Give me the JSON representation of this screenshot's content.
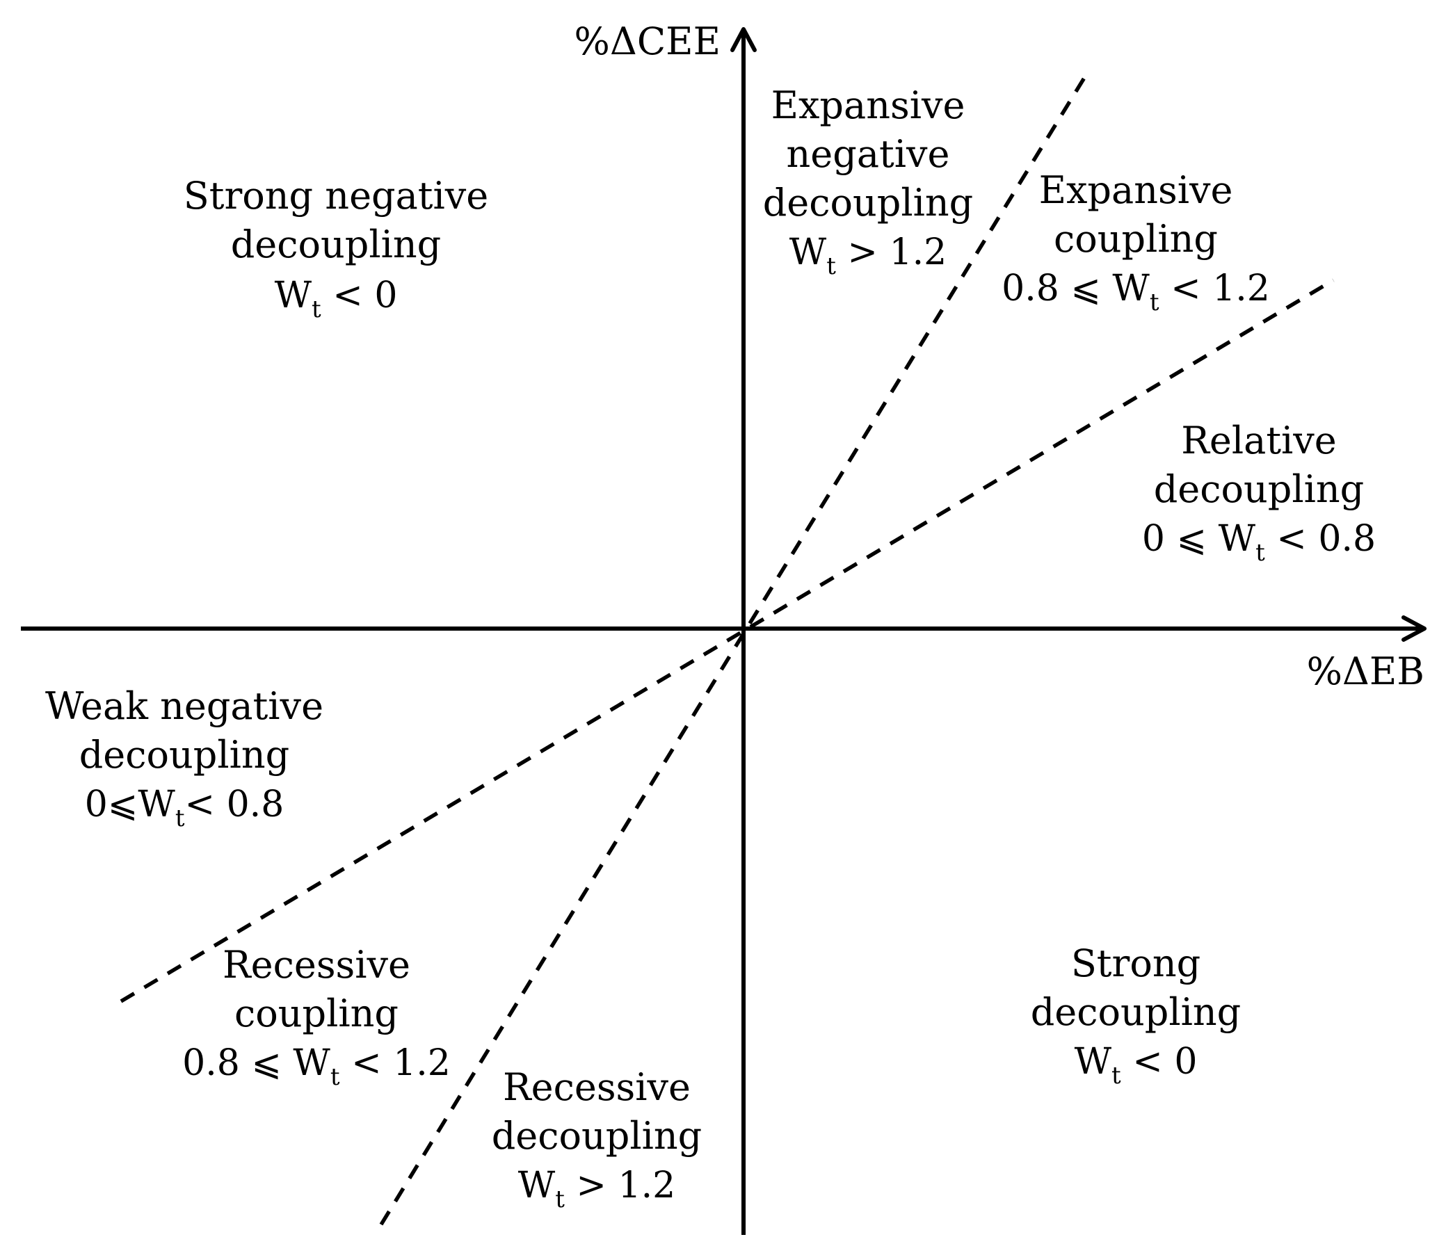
{
  "axes": {
    "y_label": "%ΔCEE",
    "x_label": "%ΔEB"
  },
  "regions": [
    {
      "id": "strong-negative-decoupling",
      "lines": [
        "Strong negative",
        "decoupling"
      ],
      "cond_pre": "W",
      "cond_sub": "t",
      "cond_post": " < 0"
    },
    {
      "id": "expansive-negative-decoupling",
      "lines": [
        "Expansive",
        "negative",
        "decoupling"
      ],
      "cond_pre": "W",
      "cond_sub": "t",
      "cond_post": " > 1.2"
    },
    {
      "id": "expansive-coupling",
      "lines": [
        "Expansive",
        "coupling"
      ],
      "cond_pre": "0.8 ⩽ W",
      "cond_sub": "t",
      "cond_post": " < 1.2"
    },
    {
      "id": "relative-decoupling",
      "lines": [
        "Relative",
        "decoupling"
      ],
      "cond_pre": "0 ⩽ W",
      "cond_sub": "t",
      "cond_post": " < 0.8"
    },
    {
      "id": "weak-negative-decoupling",
      "lines": [
        "Weak negative",
        "decoupling"
      ],
      "cond_pre": "0⩽W",
      "cond_sub": "t",
      "cond_post": "< 0.8"
    },
    {
      "id": "recessive-coupling",
      "lines": [
        "Recessive",
        "coupling"
      ],
      "cond_pre": "0.8 ⩽ W",
      "cond_sub": "t",
      "cond_post": " < 1.2"
    },
    {
      "id": "recessive-decoupling",
      "lines": [
        "Recessive",
        "decoupling"
      ],
      "cond_pre": "W",
      "cond_sub": "t",
      "cond_post": " > 1.2"
    },
    {
      "id": "strong-decoupling",
      "lines": [
        "Strong",
        "decoupling"
      ],
      "cond_pre": "W",
      "cond_sub": "t",
      "cond_post": " < 0"
    }
  ]
}
